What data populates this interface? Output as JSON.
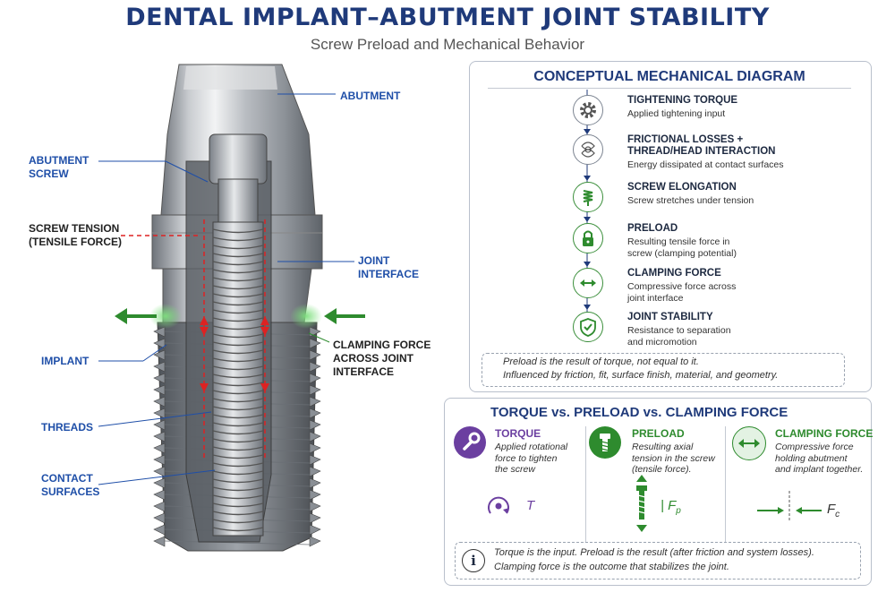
{
  "title": "DENTAL IMPLANT–ABUTMENT JOINT STABILITY",
  "subtitle": "Screw Preload and Mechanical Behavior",
  "diagram_labels": {
    "abutment": "ABUTMENT",
    "abutment_screw_1": "ABUTMENT",
    "abutment_screw_2": "SCREW",
    "screw_tension_1": "SCREW TENSION",
    "screw_tension_2": "(TENSILE FORCE)",
    "joint_interface_1": "JOINT",
    "joint_interface_2": "INTERFACE",
    "implant": "IMPLANT",
    "clamping_1": "CLAMPING FORCE",
    "clamping_2": "ACROSS JOINT",
    "clamping_3": "INTERFACE",
    "threads": "THREADS",
    "contact_1": "CONTACT",
    "contact_2": "SURFACES"
  },
  "conceptual": {
    "title": "CONCEPTUAL MECHANICAL DIAGRAM",
    "steps": [
      {
        "icon": "gear-icon",
        "head": "TIGHTENING TORQUE",
        "desc": [
          "Applied tightening input"
        ]
      },
      {
        "icon": "friction-icon",
        "head": "FRICTIONAL LOSSES +",
        "head2": "THREAD/HEAD INTERACTION",
        "desc": [
          "Energy dissipated at contact surfaces"
        ]
      },
      {
        "icon": "spring-icon",
        "head": "SCREW ELONGATION",
        "desc": [
          "Screw stretches under tension"
        ]
      },
      {
        "icon": "lock-icon",
        "head": "PRELOAD",
        "desc": [
          "Resulting tensile force in",
          "screw (clamping potential)"
        ]
      },
      {
        "icon": "double-arrow-icon",
        "head": "CLAMPING FORCE",
        "desc": [
          "Compressive force across",
          "joint interface"
        ]
      },
      {
        "icon": "shield-check-icon",
        "head": "JOINT STABILITY",
        "desc": [
          "Resistance to separation",
          "and micromotion"
        ]
      }
    ],
    "note_1": "Preload is the result of torque, not equal to it.",
    "note_2": "Influenced by friction, fit, surface finish, material, and geometry."
  },
  "comparison": {
    "title": "TORQUE vs. PRELOAD vs. CLAMPING FORCE",
    "columns": [
      {
        "head": "TORQUE",
        "desc": [
          "Applied rotational",
          "force to tighten",
          "the screw"
        ],
        "symbol": "T",
        "color": "#6b3fa0"
      },
      {
        "head": "PRELOAD",
        "desc": [
          "Resulting axial",
          "tension in the screw",
          "(tensile force)."
        ],
        "symbol": "F",
        "sub": "p",
        "color": "#2e8b2e"
      },
      {
        "head": "CLAMPING FORCE",
        "desc": [
          "Compressive force",
          "holding abutment",
          "and implant together."
        ],
        "symbol": "F",
        "sub": "c",
        "color": "#2e8b2e"
      }
    ],
    "info_1": "Torque is the input. Preload is the result (after friction and system losses).",
    "info_2": "Clamping force is the outcome that stabilizes the joint."
  }
}
